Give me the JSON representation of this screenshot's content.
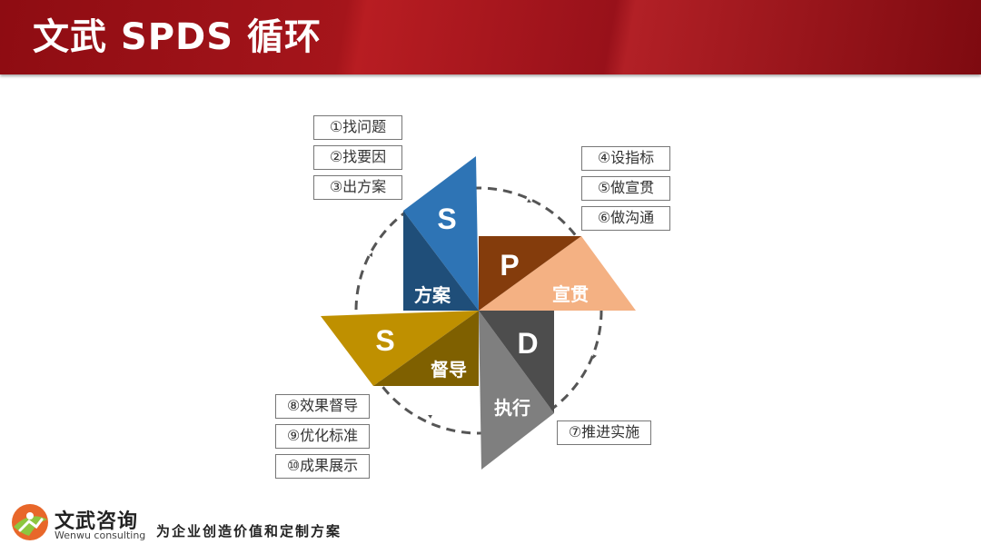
{
  "header": {
    "title": "文武 SPDS 循环"
  },
  "diagram": {
    "blades": [
      {
        "letter": "S",
        "label": "方案",
        "color_light": "#2e74b5",
        "color_dark": "#1f4e79"
      },
      {
        "letter": "P",
        "label": "宣贯",
        "color_light": "#f4b183",
        "color_dark": "#843c0c"
      },
      {
        "letter": "D",
        "label": "执行",
        "color_light": "#7f7f7f",
        "color_dark": "#4d4d4d"
      },
      {
        "letter": "S",
        "label": "督导",
        "color_light": "#bf9000",
        "color_dark": "#7f6000"
      }
    ],
    "steps_s1": [
      "①找问题",
      "②找要因",
      "③出方案"
    ],
    "steps_p": [
      "④设指标",
      "⑤做宣贯",
      "⑥做沟通"
    ],
    "steps_d": [
      "⑦推进实施"
    ],
    "steps_s2": [
      "⑧效果督导",
      "⑨优化标准",
      "⑩成果展示"
    ]
  },
  "footer": {
    "brand": "文武咨询",
    "brand_sub": "Wenwu consulting",
    "slogan": "为企业创造价值和定制方案"
  }
}
